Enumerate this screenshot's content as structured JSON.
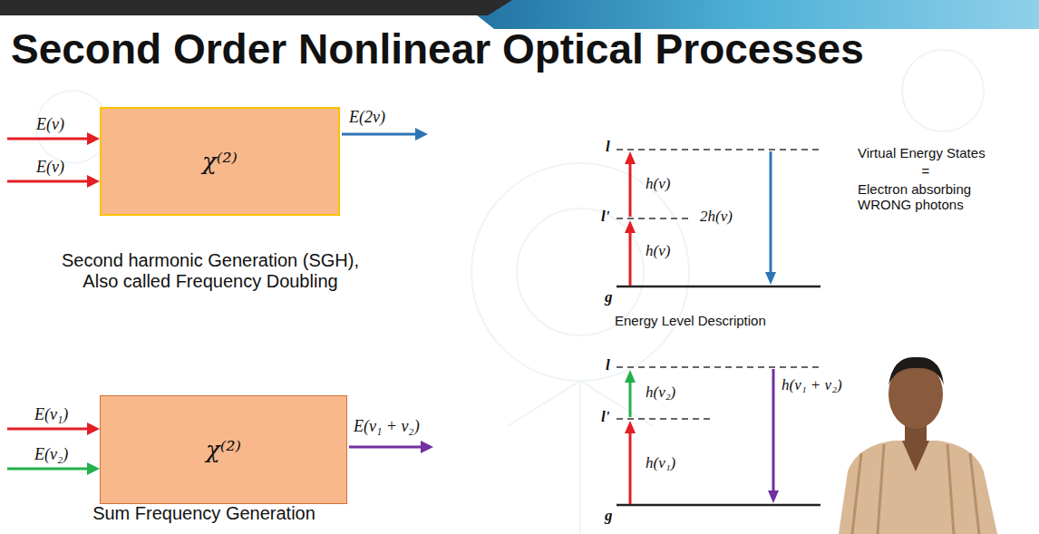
{
  "diagram": {
    "title": "Second Order Nonlinear Optical Processes",
    "nodes": [
      {
        "text": [
          "χ⁽²⁾"
        ]
      },
      {
        "text": [
          "χ⁽²⁾"
        ]
      }
    ],
    "labels": [
      "E(ν)",
      "E(ν)",
      "E(2ν)",
      "Second harmonic Generation (SGH), Also called Frequency Doubling",
      "E(ν₁)",
      "E(ν₂)",
      "E(ν₁ + ν₂)",
      "Sum Frequency Generation",
      "l",
      "l'",
      "g",
      "h(ν)",
      "h(ν)",
      "2h(ν)",
      "Energy Level Description",
      "l",
      "l'",
      "g",
      "h(ν₂)",
      "h(ν₁)",
      "h(ν₁ + ν₂)",
      "Virtual Energy States",
      "=",
      "Electron absorbing WRONG photons"
    ]
  }
}
